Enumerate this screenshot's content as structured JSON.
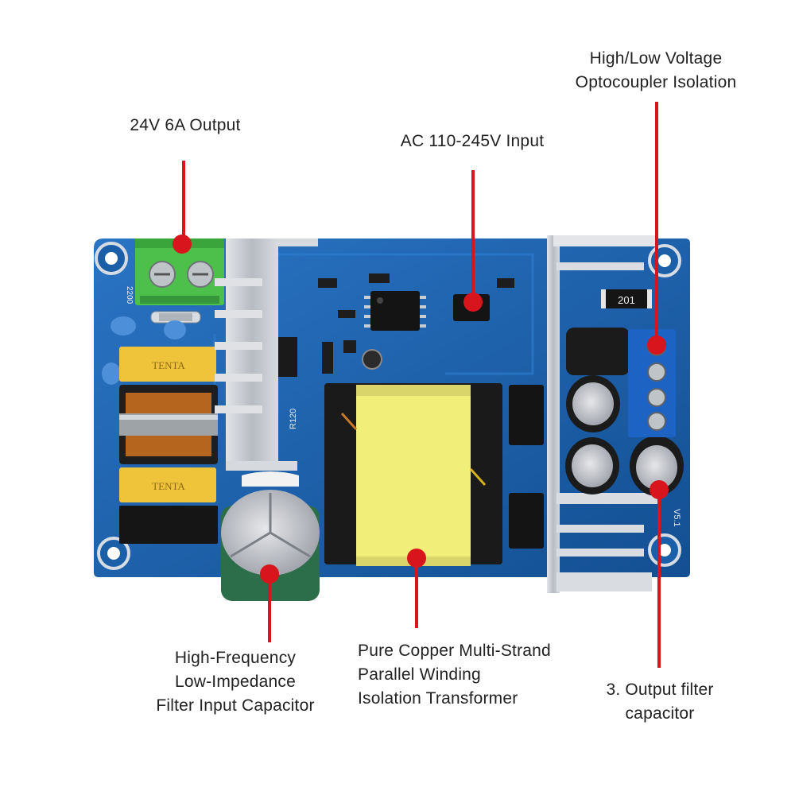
{
  "colors": {
    "callout_red": "#d8141c",
    "pcb_blue": "#1b5fa8",
    "heatsink": "#c9ccd1",
    "terminal_green": "#4cc04a",
    "terminal_blue": "#1d63c4",
    "transformer_yellow": "#f1ee7a",
    "x_cap_yellow": "#f0c43a"
  },
  "callouts": [
    {
      "id": "output",
      "lines": [
        "24V 6A Output"
      ]
    },
    {
      "id": "ac-input",
      "lines": [
        "AC 110-245V Input"
      ]
    },
    {
      "id": "optocoupler",
      "lines": [
        "High/Low Voltage",
        "Optocoupler Isolation"
      ]
    },
    {
      "id": "input-capacitor",
      "lines": [
        "High-Frequency",
        "Low-Impedance",
        "Filter Input Capacitor"
      ]
    },
    {
      "id": "transformer",
      "lines": [
        "Pure Copper Multi-Strand",
        "Parallel Winding",
        "Isolation Transformer"
      ]
    },
    {
      "id": "output-capacitor",
      "lines": [
        "3. Output filter",
        "capacitor"
      ]
    }
  ],
  "board_markings": {
    "x_cap_brand": "TENTA",
    "resistor_code": "201",
    "terminal_code": "2200",
    "resistor_r120": "R120",
    "silk_v51": "V5.1"
  }
}
